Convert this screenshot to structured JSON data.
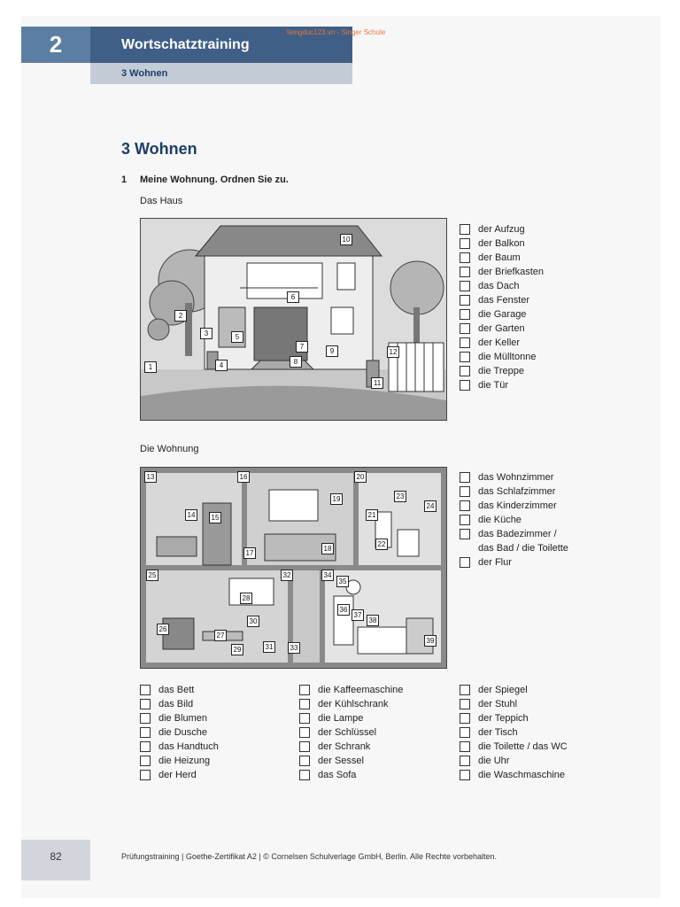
{
  "header": {
    "chapter_number": "2",
    "chapter_title": "Wortschatztraining",
    "subtitle": "3  Wohnen",
    "watermark": "tiengduc123.vn - Singer Schule"
  },
  "section": {
    "title": "3  Wohnen",
    "task_number": "1",
    "task_text": "Meine Wohnung. Ordnen Sie zu."
  },
  "house": {
    "label": "Das Haus",
    "markers": [
      "1",
      "2",
      "3",
      "4",
      "5",
      "6",
      "7",
      "8",
      "9",
      "10",
      "11",
      "12"
    ],
    "words": [
      "der Aufzug",
      "der Balkon",
      "der Baum",
      "der Briefkasten",
      "das Dach",
      "das Fenster",
      "die Garage",
      "der Garten",
      "der Keller",
      "die Mülltonne",
      "die Treppe",
      "die Tür"
    ]
  },
  "apartment": {
    "label": "Die Wohnung",
    "markers": [
      "13",
      "14",
      "15",
      "16",
      "17",
      "18",
      "19",
      "20",
      "21",
      "22",
      "23",
      "24",
      "25",
      "26",
      "27",
      "28",
      "29",
      "30",
      "31",
      "32",
      "33",
      "34",
      "35",
      "36",
      "37",
      "38",
      "39"
    ],
    "rooms": [
      "das Wohnzimmer",
      "das Schlafzimmer",
      "das Kinderzimmer",
      "die Küche",
      "das Badezimmer /",
      "das Bad / die Toilette",
      "der Flur"
    ]
  },
  "objects": {
    "col1": [
      "das Bett",
      "das Bild",
      "die Blumen",
      "die Dusche",
      "das Handtuch",
      "die Heizung",
      "der Herd"
    ],
    "col2": [
      "die Kaffeemaschine",
      "der Kühlschrank",
      "die Lampe",
      "der Schlüssel",
      "der Schrank",
      "der Sessel",
      "das Sofa"
    ],
    "col3": [
      "der Spiegel",
      "der Stuhl",
      "der Teppich",
      "der Tisch",
      "die Toilette / das WC",
      "die Uhr",
      "die Waschmaschine"
    ]
  },
  "footer": {
    "page_number": "82",
    "text": "Prüfungstraining   |   Goethe-Zertifikat A2   |   © Cornelsen Schulverlage GmbH, Berlin. Alle Rechte vorbehalten."
  }
}
